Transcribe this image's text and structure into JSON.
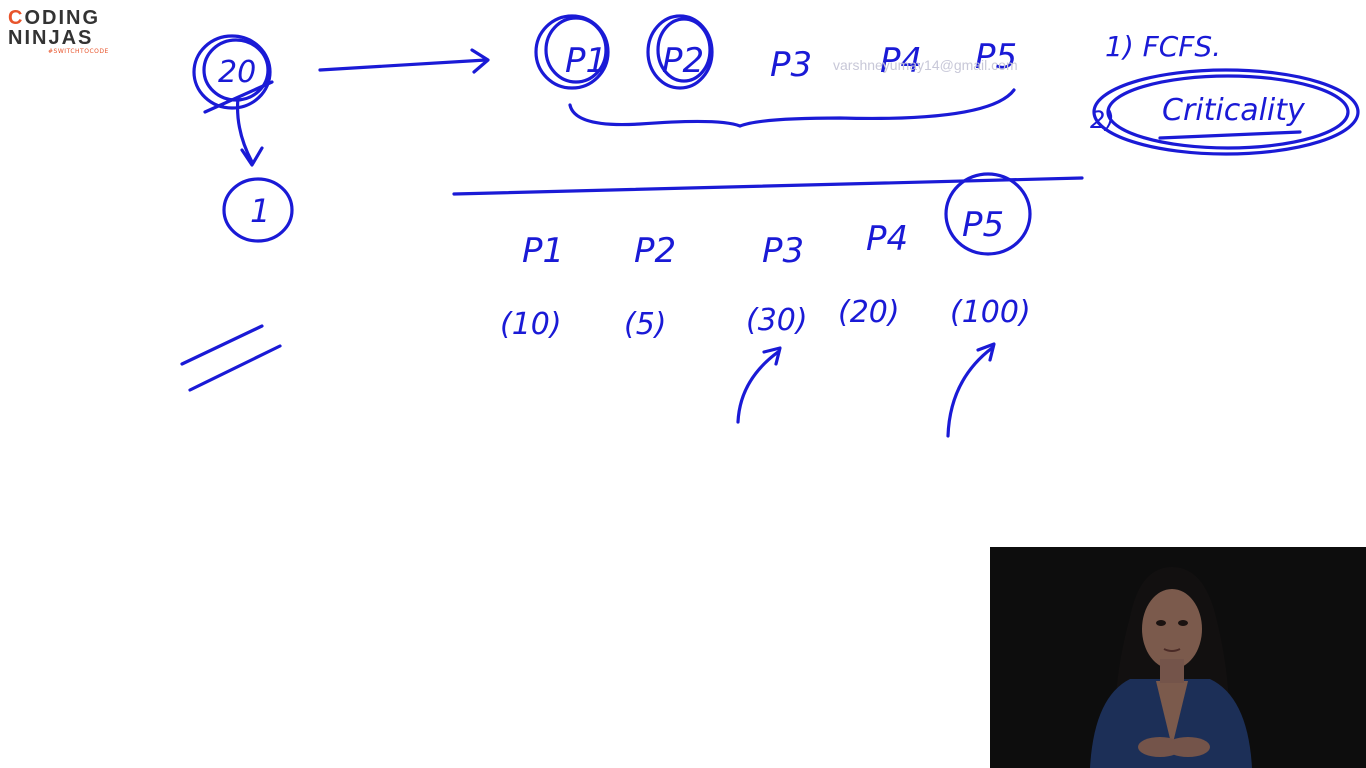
{
  "logo": {
    "line1": "CODING",
    "line2": "NINJAS",
    "tagline": "#SWITCHTOCODE"
  },
  "watermark": "varshneyumay14@gmail.com",
  "board": {
    "top_left_circle": "20",
    "small_circle": "1",
    "top_processes": [
      "P1",
      "P2",
      "P3",
      "P4",
      "P5"
    ],
    "bottom_processes": [
      "P1",
      "P2",
      "P3",
      "P4",
      "P5"
    ],
    "burst_times": [
      "(10)",
      "(5)",
      "(30)",
      "(20)",
      "(100)"
    ],
    "list_item_1": "1) FCFS.",
    "list_item_2_num": "2)",
    "list_item_2": "Criticality"
  },
  "ink_color": "#1a1ad6"
}
